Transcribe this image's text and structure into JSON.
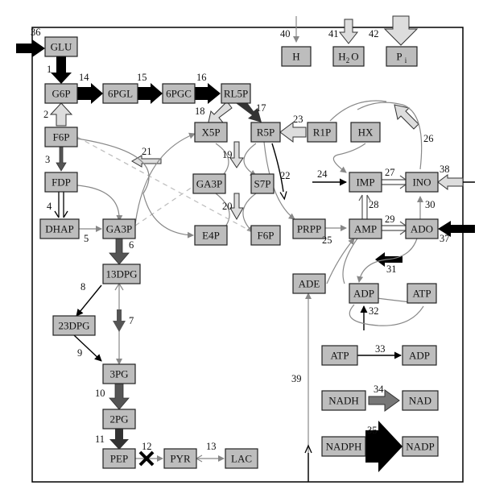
{
  "nodes": {
    "GLU": "GLU",
    "G6P": "G6P",
    "6PGL": "6PGL",
    "6PGC": "6PGC",
    "RL5P": "RL5P",
    "F6P": "F6P",
    "FDP": "FDP",
    "DHAP": "DHAP",
    "GA3P": "GA3P",
    "13DPG": "13DPG",
    "23DPG": "23DPG",
    "3PG": "3PG",
    "2PG": "2PG",
    "PEP": "PEP",
    "PYR": "PYR",
    "LAC": "LAC",
    "X5P": "X5P",
    "R5P": "R5P",
    "R1P": "R1P",
    "HX": "HX",
    "GA3P_b": "GA3P",
    "S7P": "S7P",
    "E4P": "E4P",
    "F6P_b": "F6P",
    "IMP": "IMP",
    "INO": "INO",
    "PRPP": "PRPP",
    "AMP": "AMP",
    "ADO": "ADO",
    "ADE": "ADE",
    "ADP": "ADP",
    "ATP": "ATP",
    "H": "H",
    "H2O_main": "H",
    "H2O_sub": "2",
    "H2O_end": "O",
    "Pi_main": "P",
    "Pi_sub": "i",
    "ATP_l": "ATP",
    "ADP_l": "ADP",
    "NADH": "NADH",
    "NAD": "NAD",
    "NADPH": "NADPH",
    "NADP": "NADP"
  },
  "reaction_numbers": [
    "1",
    "2",
    "3",
    "4",
    "5",
    "6",
    "7",
    "8",
    "9",
    "10",
    "11",
    "12",
    "13",
    "14",
    "15",
    "16",
    "17",
    "18",
    "19",
    "20",
    "21",
    "22",
    "23",
    "24",
    "25",
    "26",
    "27",
    "28",
    "29",
    "30",
    "31",
    "32",
    "33",
    "34",
    "35",
    "36",
    "37",
    "38",
    "39",
    "40",
    "41",
    "42"
  ]
}
